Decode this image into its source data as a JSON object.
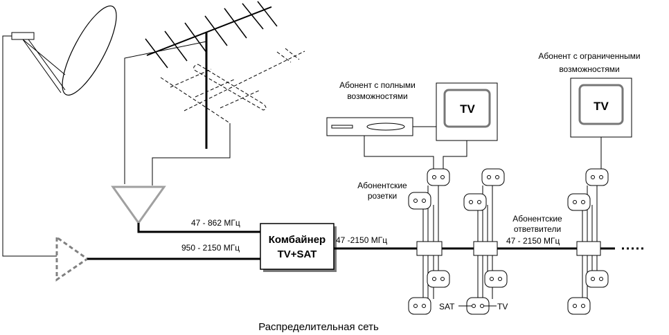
{
  "freq": {
    "terrestrial": "47 - 862 МГц",
    "satellite": "950 - 2150 МГц",
    "trunk": "47 -2150 МГц",
    "tap_range": "47 - 2150 МГц"
  },
  "combiner": {
    "line1": "Комбайнер",
    "line2": "TV+SAT"
  },
  "subscriber_full": {
    "line1": "Абонент с полными",
    "line2": "возможностями",
    "tv": "TV"
  },
  "subscriber_limited": {
    "line1": "Абонент с ограниченными",
    "line2": "возможностями",
    "tv": "TV"
  },
  "outlets_label": {
    "line1": "Абонентские",
    "line2": "розетки"
  },
  "taps_label": {
    "line1": "Абонентские",
    "line2": "ответвители"
  },
  "port_sat": "SAT",
  "port_tv": "TV",
  "caption": "Распределительная сеть",
  "colors": {
    "line": "#000000",
    "amplifier": "#a0a0a0",
    "box_shadow": "#7a7a7a"
  }
}
